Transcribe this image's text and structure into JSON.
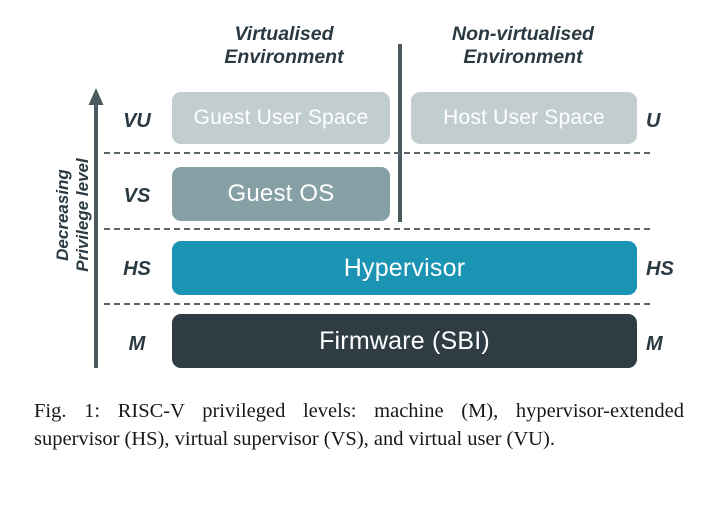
{
  "figure": {
    "headers": [
      {
        "id": "virtualised",
        "text": "Virtualised\nEnvironment"
      },
      {
        "id": "non-virtualised",
        "text": "Non-virtualised\nEnvironment"
      }
    ],
    "axis": {
      "caption": "Decreasing\nPrivilege level",
      "direction": "up-arrow"
    },
    "levels_left": [
      {
        "id": "vu",
        "label": "VU"
      },
      {
        "id": "vs",
        "label": "VS"
      },
      {
        "id": "hs",
        "label": "HS"
      },
      {
        "id": "m",
        "label": "M"
      }
    ],
    "levels_right": [
      {
        "id": "u",
        "label": "U"
      },
      {
        "id": "hs",
        "label": "HS"
      },
      {
        "id": "m",
        "label": "M"
      }
    ],
    "boxes": [
      {
        "id": "guest-user-space",
        "label": "Guest User Space",
        "color": "#c2cdd0",
        "text_color": "#ffffff"
      },
      {
        "id": "host-user-space",
        "label": "Host User Space",
        "color": "#c2cdd0",
        "text_color": "#ffffff"
      },
      {
        "id": "guest-os",
        "label": "Guest OS",
        "color": "#87a0a6",
        "text_color": "#ffffff"
      },
      {
        "id": "hypervisor",
        "label": "Hypervisor",
        "color": "#1b93b3",
        "text_color": "#ffffff"
      },
      {
        "id": "firmware",
        "label": "Firmware (SBI)",
        "color": "#2f3c44",
        "text_color": "#ffffff"
      }
    ],
    "divider_color": "#4d5a60",
    "dash_color": "#5a666c"
  },
  "caption": {
    "text": "Fig. 1: RISC-V privileged levels: machine (M), hypervisor-extended supervisor (HS), virtual supervisor (VS), and virtual user (VU)."
  }
}
